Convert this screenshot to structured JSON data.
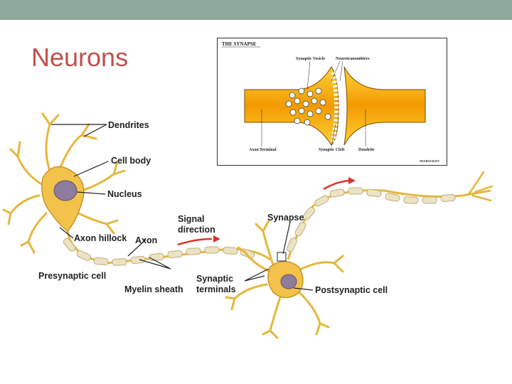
{
  "slide": {
    "title": "Neurons"
  },
  "inset": {
    "heading": "THE SYNAPSE",
    "label_vesicle": "Synaptic Vesicle",
    "label_neurotransmitters": "Neurotransmitters",
    "label_axon_terminal": "Axon Terminal",
    "label_cleft": "Synaptic Cleft",
    "label_dendrite": "Dendrite",
    "credit": "NEUROCRAFT"
  },
  "diagram": {
    "label_dendrites": "Dendrites",
    "label_cell_body": "Cell body",
    "label_nucleus": "Nucleus",
    "label_axon_hillock": "Axon hillock",
    "label_presynaptic": "Presynaptic cell",
    "label_signal_1": "Signal",
    "label_signal_2": "direction",
    "label_axon": "Axon",
    "label_myelin": "Myelin sheath",
    "label_terminals_1": "Synaptic",
    "label_terminals_2": "terminals",
    "label_synapse": "Synapse",
    "label_postsynaptic": "Postsynaptic cell"
  },
  "colors": {
    "title": "#c0504d",
    "topbar": "#8fa89c",
    "cell": "#f2c24a",
    "myelin": "#ece3c4",
    "arrow": "#d8342a",
    "inset_fill": "#f6a800"
  }
}
